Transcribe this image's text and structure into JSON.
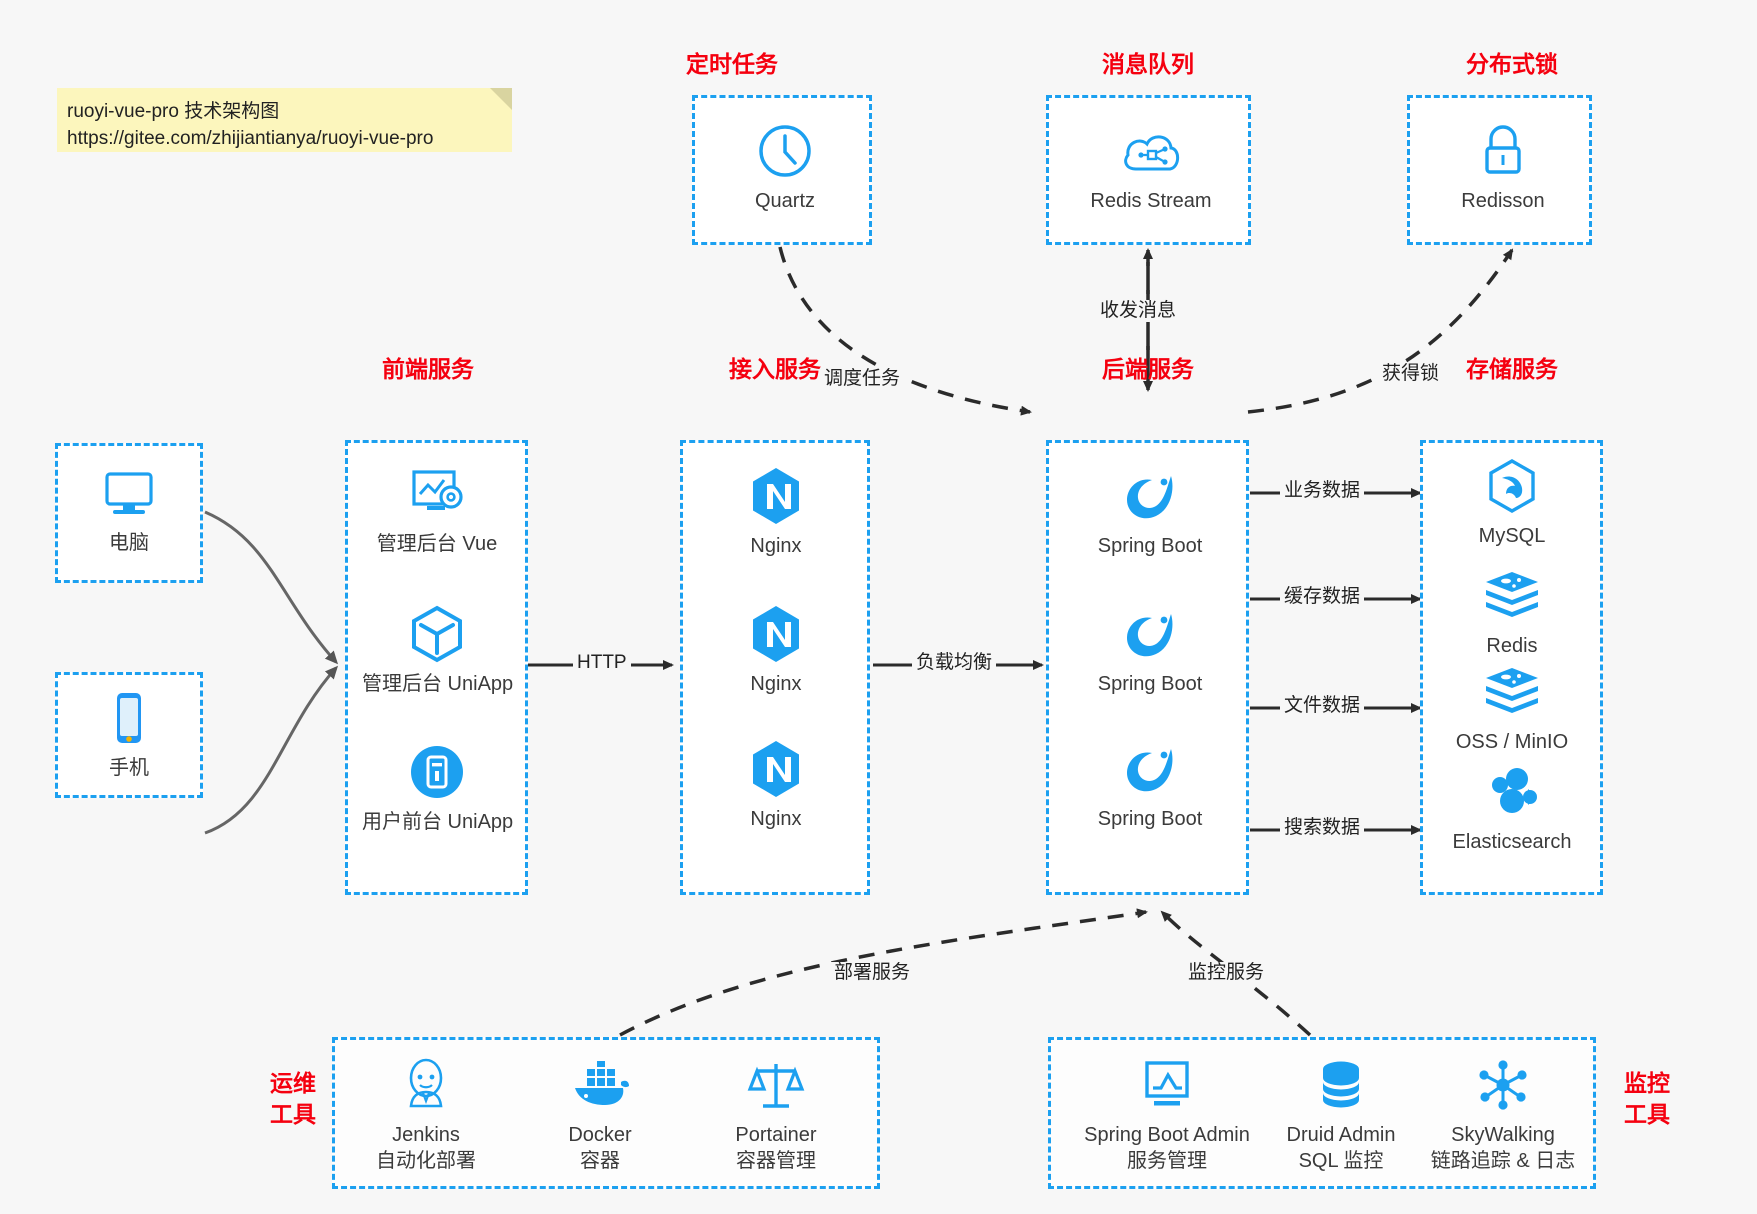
{
  "note": {
    "line1": "ruoyi-vue-pro 技术架构图",
    "line2": "https://gitee.com/zhijiantianya/ruoyi-vue-pro"
  },
  "colors": {
    "accent": "#1ca0f0",
    "title": "#f5000f",
    "text": "#3b3b3b",
    "background": "#f7f7f7",
    "note_bg": "#fcf6bd",
    "edge": "#222222"
  },
  "groups": {
    "scheduler": {
      "title": "定时任务",
      "nodes": [
        {
          "label": "Quartz",
          "icon": "clock-icon"
        }
      ]
    },
    "mq": {
      "title": "消息队列",
      "nodes": [
        {
          "label": "Redis Stream",
          "icon": "cloud-network-icon"
        }
      ]
    },
    "lock": {
      "title": "分布式锁",
      "nodes": [
        {
          "label": "Redisson",
          "icon": "lock-icon"
        }
      ]
    },
    "clients": {
      "nodes": [
        {
          "label": "电脑",
          "icon": "desktop-icon"
        },
        {
          "label": "手机",
          "icon": "mobile-icon"
        }
      ]
    },
    "frontend": {
      "title": "前端服务",
      "nodes": [
        {
          "label": "管理后台 Vue",
          "icon": "dashboard-gear-icon"
        },
        {
          "label": "管理后台 UniApp",
          "icon": "hexagon-cube-icon"
        },
        {
          "label": "用户前台 UniApp",
          "icon": "app-circle-icon"
        }
      ]
    },
    "gateway": {
      "title": "接入服务",
      "nodes": [
        {
          "label": "Nginx",
          "icon": "nginx-icon"
        },
        {
          "label": "Nginx",
          "icon": "nginx-icon"
        },
        {
          "label": "Nginx",
          "icon": "nginx-icon"
        }
      ]
    },
    "backend": {
      "title": "后端服务",
      "nodes": [
        {
          "label": "Spring Boot",
          "icon": "spring-leaf-icon"
        },
        {
          "label": "Spring Boot",
          "icon": "spring-leaf-icon"
        },
        {
          "label": "Spring Boot",
          "icon": "spring-leaf-icon"
        }
      ]
    },
    "storage": {
      "title": "存储服务",
      "nodes": [
        {
          "label": "MySQL",
          "icon": "mysql-dolphin-icon"
        },
        {
          "label": "Redis",
          "icon": "redis-stack-icon"
        },
        {
          "label": "OSS / MinIO",
          "icon": "redis-stack-icon"
        },
        {
          "label": "Elasticsearch",
          "icon": "elasticsearch-icon"
        }
      ]
    },
    "devops": {
      "title": "运维\n工具",
      "title_line1": "运维",
      "title_line2": "工具",
      "nodes": [
        {
          "label": "Jenkins",
          "sub": "自动化部署",
          "icon": "jenkins-butler-icon"
        },
        {
          "label": "Docker",
          "sub": "容器",
          "icon": "docker-whale-icon"
        },
        {
          "label": "Portainer",
          "sub": "容器管理",
          "icon": "scales-icon"
        }
      ]
    },
    "monitor": {
      "title_line1": "监控",
      "title_line2": "工具",
      "nodes": [
        {
          "label": "Spring Boot Admin",
          "sub": "服务管理",
          "icon": "monitor-chart-icon"
        },
        {
          "label": "Druid Admin",
          "sub": "SQL 监控",
          "icon": "database-icon"
        },
        {
          "label": "SkyWalking",
          "sub": "链路追踪 & 日志",
          "icon": "skywalking-icon"
        }
      ]
    }
  },
  "edges": {
    "schedule_task": "调度任务",
    "send_receive_message": "收发消息",
    "acquire_lock": "获得锁",
    "http": "HTTP",
    "load_balance": "负载均衡",
    "business_data": "业务数据",
    "cache_data": "缓存数据",
    "file_data": "文件数据",
    "search_data": "搜索数据",
    "deploy_service": "部署服务",
    "monitor_service": "监控服务"
  }
}
